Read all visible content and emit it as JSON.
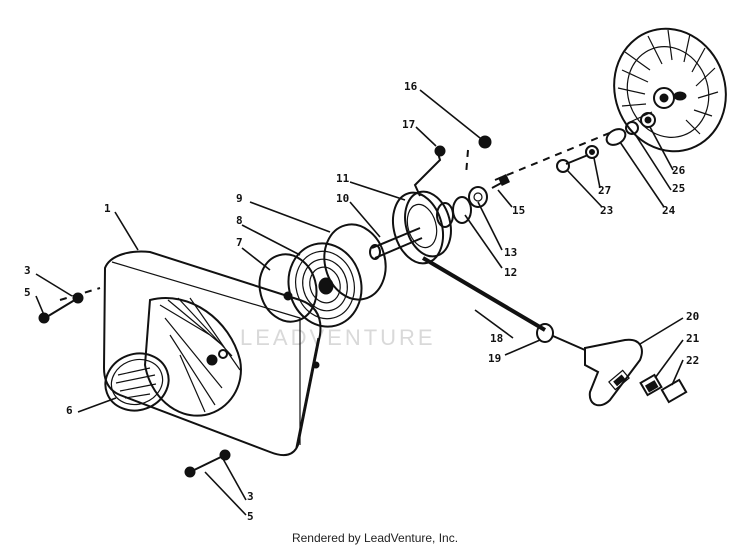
{
  "watermark": "LEADVENTURE",
  "footer": "Rendered by LeadVenture, Inc.",
  "parts": [
    {
      "id": "p1",
      "label": "1"
    },
    {
      "id": "p3a",
      "label": "3"
    },
    {
      "id": "p5a",
      "label": "5"
    },
    {
      "id": "p6",
      "label": "6"
    },
    {
      "id": "p3b",
      "label": "3"
    },
    {
      "id": "p5b",
      "label": "5"
    },
    {
      "id": "p7",
      "label": "7"
    },
    {
      "id": "p8",
      "label": "8"
    },
    {
      "id": "p9",
      "label": "9"
    },
    {
      "id": "p10",
      "label": "10"
    },
    {
      "id": "p11",
      "label": "11"
    },
    {
      "id": "p12",
      "label": "12"
    },
    {
      "id": "p13",
      "label": "13"
    },
    {
      "id": "p15",
      "label": "15"
    },
    {
      "id": "p16",
      "label": "16"
    },
    {
      "id": "p17",
      "label": "17"
    },
    {
      "id": "p18",
      "label": "18"
    },
    {
      "id": "p19",
      "label": "19"
    },
    {
      "id": "p20",
      "label": "20"
    },
    {
      "id": "p21",
      "label": "21"
    },
    {
      "id": "p22",
      "label": "22"
    },
    {
      "id": "p23",
      "label": "23"
    },
    {
      "id": "p24",
      "label": "24"
    },
    {
      "id": "p25",
      "label": "25"
    },
    {
      "id": "p26",
      "label": "26"
    },
    {
      "id": "p27",
      "label": "27"
    }
  ]
}
